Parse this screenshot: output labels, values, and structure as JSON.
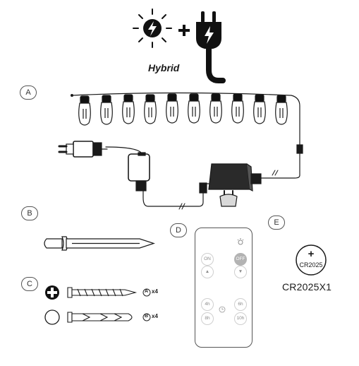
{
  "hybrid_label": "Hybrid",
  "parts": {
    "a": "A",
    "b": "B",
    "c": "C",
    "d": "D",
    "e": "E"
  },
  "hardware": {
    "screw_ref": "A",
    "screw_qty": "x4",
    "anchor_ref": "B",
    "anchor_qty": "x4"
  },
  "remote": {
    "on": "ON",
    "off": "OFF",
    "t4": "4h",
    "t6": "6h",
    "t8": "8h",
    "t10": "10h"
  },
  "battery": {
    "sign": "+",
    "cell": "CR2025",
    "caption": "CR2025X1"
  },
  "colors": {
    "line": "#1a1a1a",
    "panel": "#2a2a2a",
    "remote_outline": "#555555"
  }
}
